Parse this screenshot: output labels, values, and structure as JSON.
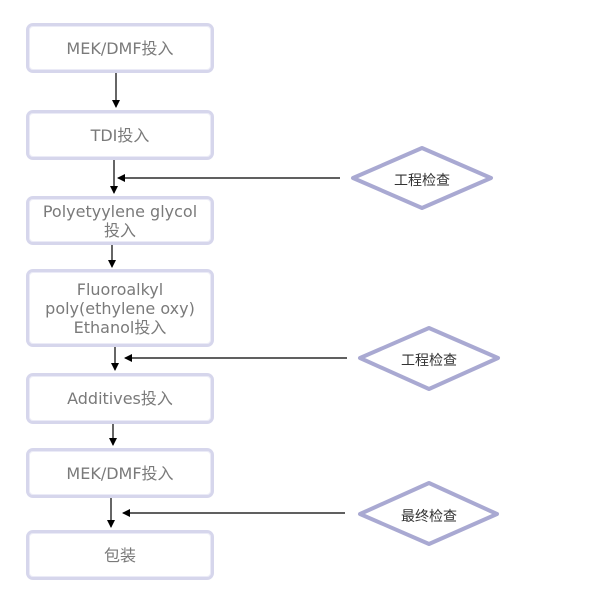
{
  "steps": [
    {
      "label": "MEK/DMF投入"
    },
    {
      "label": "TDI投入"
    },
    {
      "label": "Polyetyylene glycol\n投入"
    },
    {
      "label": "Fluoroalkyl\npoly(ethylene oxy)\nEthanol投入"
    },
    {
      "label": "Additives投入"
    },
    {
      "label": "MEK/DMF投入"
    },
    {
      "label": "包装"
    }
  ],
  "checks": [
    {
      "label": "工程检查"
    },
    {
      "label": "工程检查"
    },
    {
      "label": "最终检查"
    }
  ],
  "colors": {
    "box_border": "#d6d6ec",
    "diamond_stroke": "#a9a9d2",
    "step_text": "#7a7a7a",
    "check_text": "#333333",
    "arrow": "#000000"
  }
}
